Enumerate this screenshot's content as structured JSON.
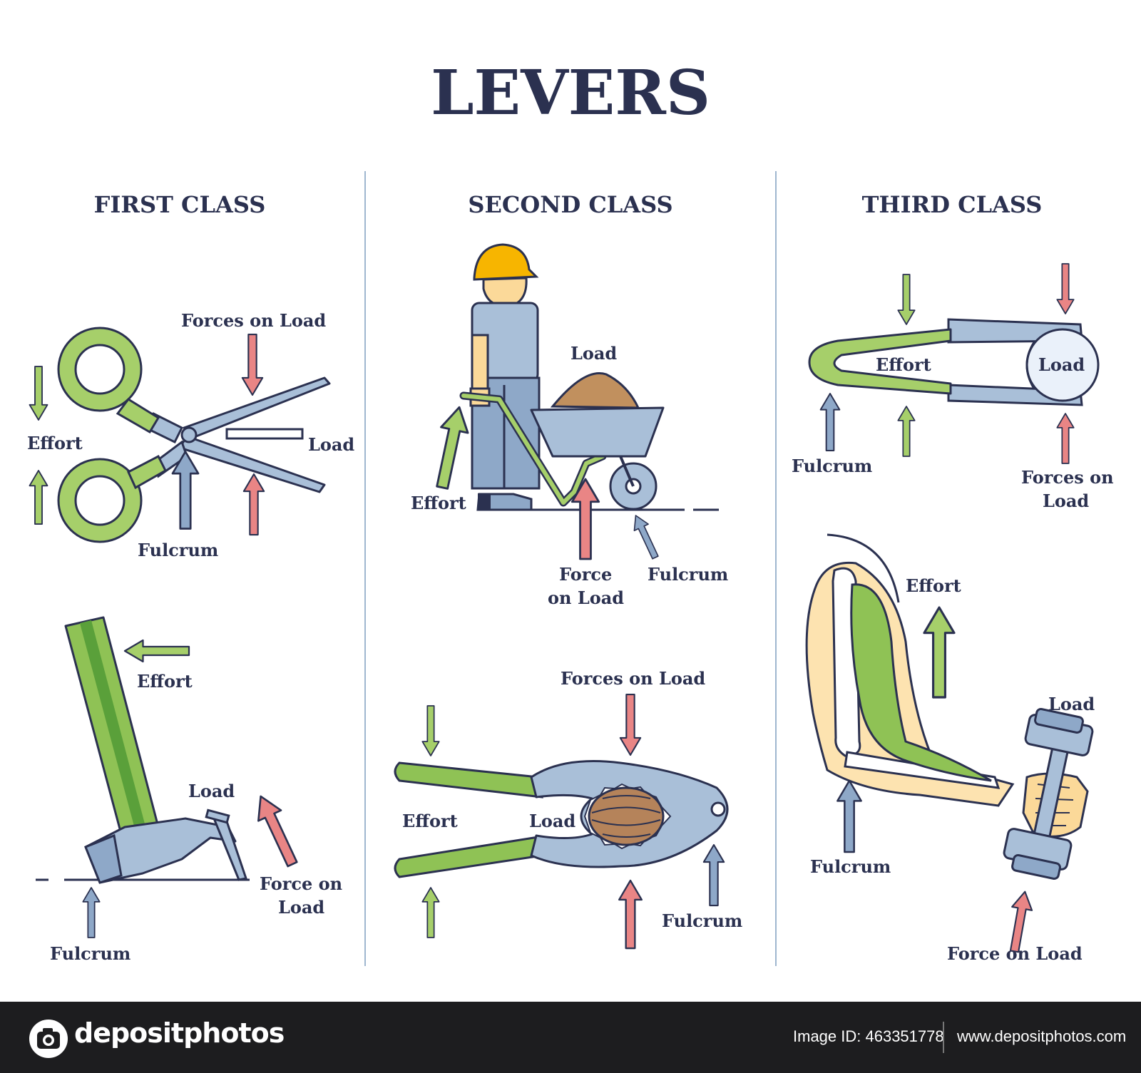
{
  "title": "LEVERS",
  "classes": {
    "first": {
      "heading": "FIRST CLASS",
      "scissors": {
        "forces_on_load": "Forces on Load",
        "effort": "Effort",
        "load": "Load",
        "fulcrum": "Fulcrum"
      },
      "hammer": {
        "effort": "Effort",
        "load": "Load",
        "force_on_load": [
          "Force on",
          "Load"
        ],
        "fulcrum": "Fulcrum"
      }
    },
    "second": {
      "heading": "SECOND CLASS",
      "wheelbarrow": {
        "load": "Load",
        "effort": "Effort",
        "force_on_load": [
          "Force",
          "on Load"
        ],
        "fulcrum": "Fulcrum"
      },
      "nutcracker": {
        "forces_on_load": "Forces on Load",
        "effort": "Effort",
        "load": "Load",
        "fulcrum": "Fulcrum"
      }
    },
    "third": {
      "heading": "THIRD CLASS",
      "tongs": {
        "effort": "Effort",
        "load": "Load",
        "fulcrum": "Fulcrum",
        "forces_on_load": [
          "Forces on",
          "Load"
        ]
      },
      "arm": {
        "effort": "Effort",
        "load": "Load",
        "fulcrum": "Fulcrum",
        "force_on_load": "Force on Load"
      }
    }
  },
  "colors": {
    "outline": "#2b3150",
    "effort_green": "#a6cf6a",
    "load_red": "#e98585",
    "fulcrum_blue": "#8ea8c8",
    "metal": "#a9bfd8",
    "handle_green": "#8fc255"
  },
  "footer": {
    "brand": "depositphotos",
    "image_id": "Image ID: 463351778",
    "site": "www.depositphotos.com"
  }
}
